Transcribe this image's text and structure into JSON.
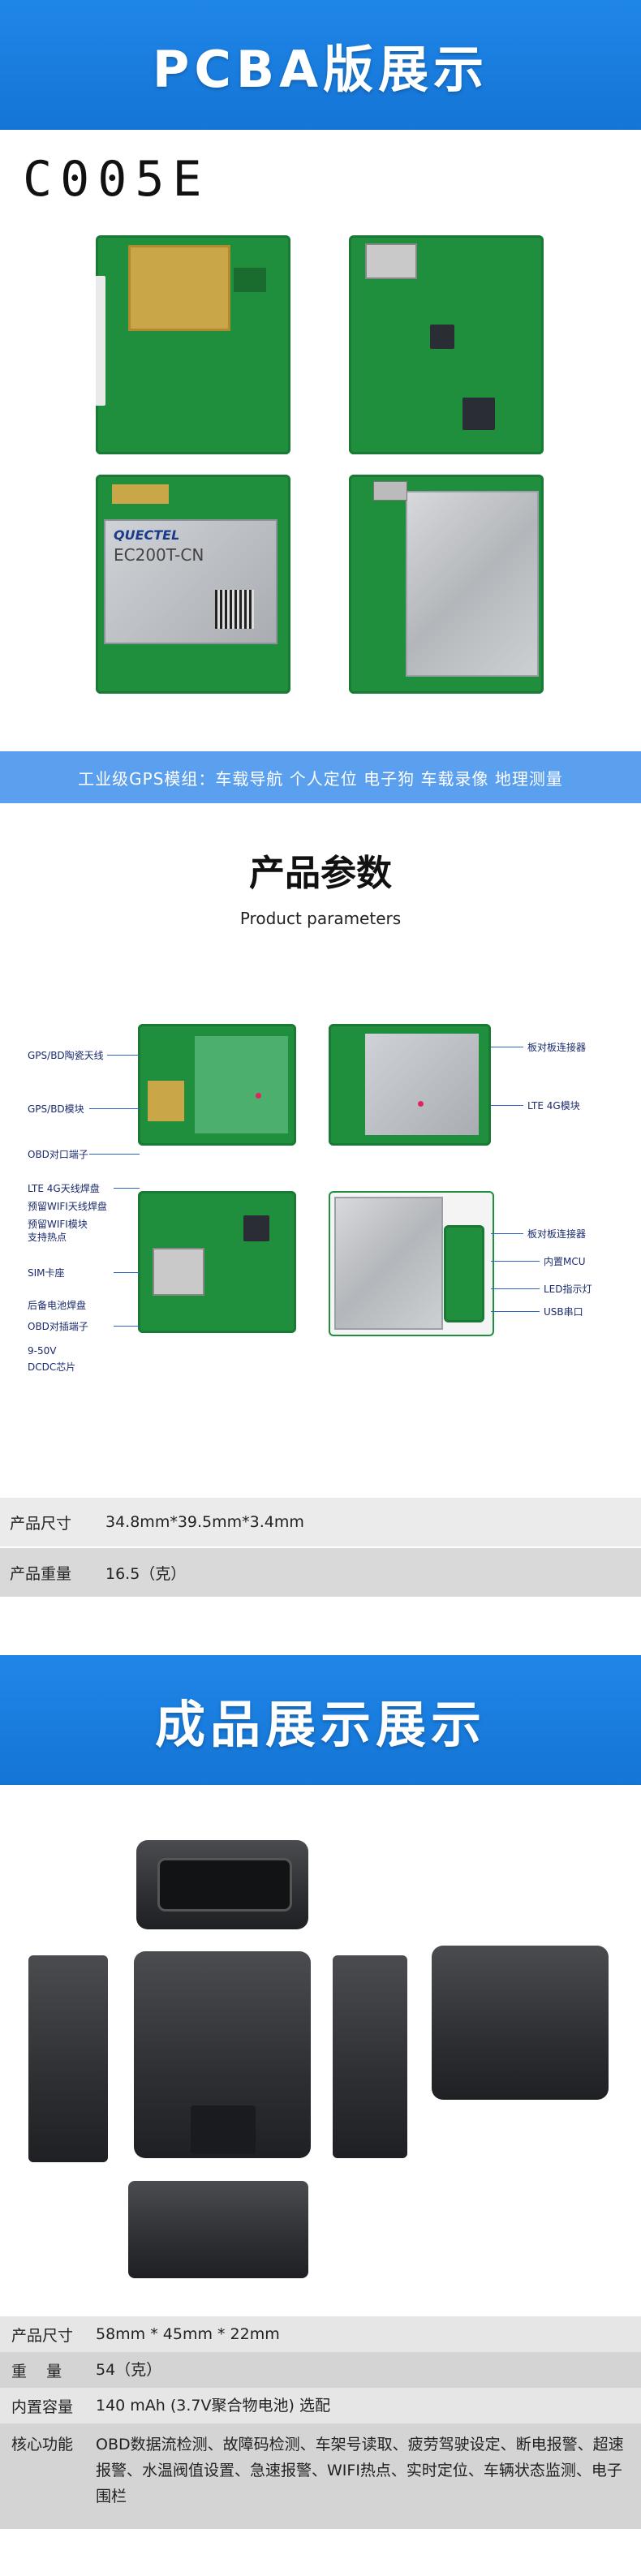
{
  "banner1": {
    "title": "PCBA版展示"
  },
  "model": "C005E",
  "module_label": {
    "brand": "QUECTEL",
    "name": "EC200T-CN"
  },
  "feature_strip": "工业级GPS模组：车载导航 个人定位 电子狗 车载录像 地理测量",
  "params": {
    "title": "产品参数",
    "subtitle": "Product parameters"
  },
  "annotations": {
    "top_left": [
      "GPS/BD陶瓷天线",
      "GPS/BD模块",
      "OBD对口端子"
    ],
    "top_right": [
      "板对板连接器",
      "LTE 4G模块"
    ],
    "bottom_left": [
      "LTE 4G天线焊盘",
      "预留WIFI天线焊盘",
      "预留WIFI模块",
      "支持热点",
      "SIM卡座",
      "后备电池焊盘",
      "OBD对插端子",
      "9-50V",
      "DCDC芯片"
    ],
    "bottom_right": [
      "板对板连接器",
      "内置MCU",
      "LED指示灯",
      "USB串口"
    ]
  },
  "pcba_specs": [
    {
      "key": "产品尺寸",
      "value": "34.8mm*39.5mm*3.4mm"
    },
    {
      "key": "产品重量",
      "value": "16.5（克）"
    }
  ],
  "banner2": {
    "title": "成品展示展示"
  },
  "product_specs": [
    {
      "key": "产品尺寸",
      "value": "58mm * 45mm * 22mm"
    },
    {
      "key": "重    量",
      "value": "54（克）"
    },
    {
      "key": "内置容量",
      "value": "140 mAh (3.7V聚合物电池) 选配"
    },
    {
      "key": "核心功能",
      "value": "OBD数据流检测、故障码检测、车架号读取、疲劳驾驶设定、断电报警、超速报警、水温阀值设置、急速报警、WIFI热点、实时定位、车辆状态监测、电子围栏"
    }
  ],
  "colors": {
    "banner": "#1475d6",
    "strip": "#5aa0ef",
    "pcb": "#1f8f3e",
    "row_alt": "#e6e6e6"
  }
}
